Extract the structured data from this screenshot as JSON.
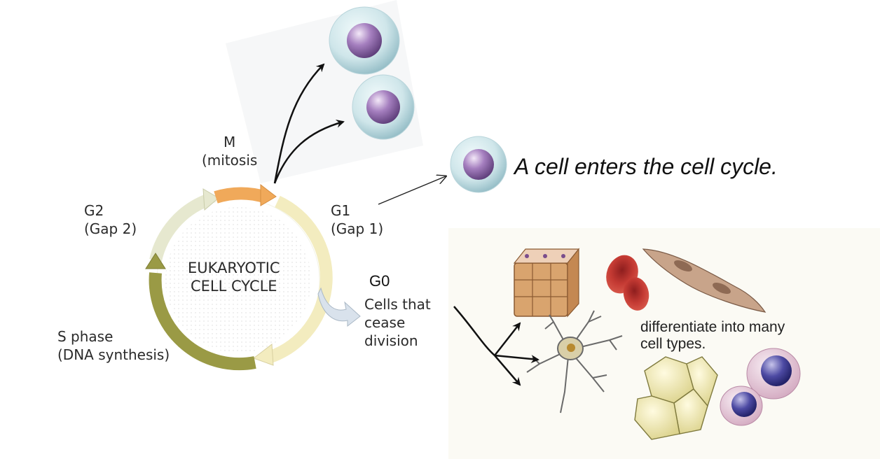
{
  "cycle": {
    "center_line1": "EUKARYOTIC",
    "center_line2": "CELL CYCLE",
    "m_label": "M",
    "m_sub": "(mitosis",
    "g1_label": "G1",
    "g1_sub": "(Gap 1)",
    "g2_label": "G2",
    "g2_sub": "(Gap 2)",
    "s_label": "S phase",
    "s_sub": "(DNA synthesis)"
  },
  "g0": {
    "label": "G0",
    "line1": "Cells that",
    "line2": "cease",
    "line3": "division"
  },
  "entry_caption": "A cell enters the cell cycle.",
  "differentiate": {
    "line1": "differentiate into many",
    "line2": "cell types."
  },
  "colors": {
    "m_arc": "#f0a95a",
    "g1_arc": "#f3ecbf",
    "s_arc": "#9a9a45",
    "g2_arc": "#e6e8cf",
    "g0_arrow": "#d9e2ec",
    "cell_body": "#cfe6ea",
    "nucleus": "#8e6aa6"
  }
}
